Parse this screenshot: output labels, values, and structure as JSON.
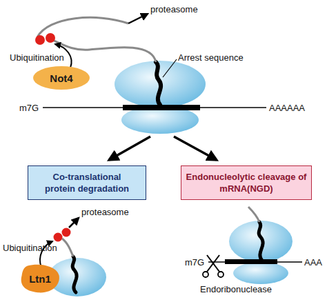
{
  "diagram": {
    "nodes": [
      {
        "text": [
          "Not4"
        ]
      },
      {
        "text": [
          "Co-translational protein degradation"
        ]
      },
      {
        "text": [
          "Endonucleolytic cleavage of mRNA(NGD)"
        ]
      },
      {
        "text": [
          "Ltn1"
        ]
      }
    ],
    "labels": [
      "proteasome",
      "Ubiquitination",
      "Arrest sequence",
      "m7G",
      "AAAAAA",
      "proteasome",
      "Ubiquitination",
      "m7G",
      "AAA",
      "Endoribonuclease"
    ]
  }
}
